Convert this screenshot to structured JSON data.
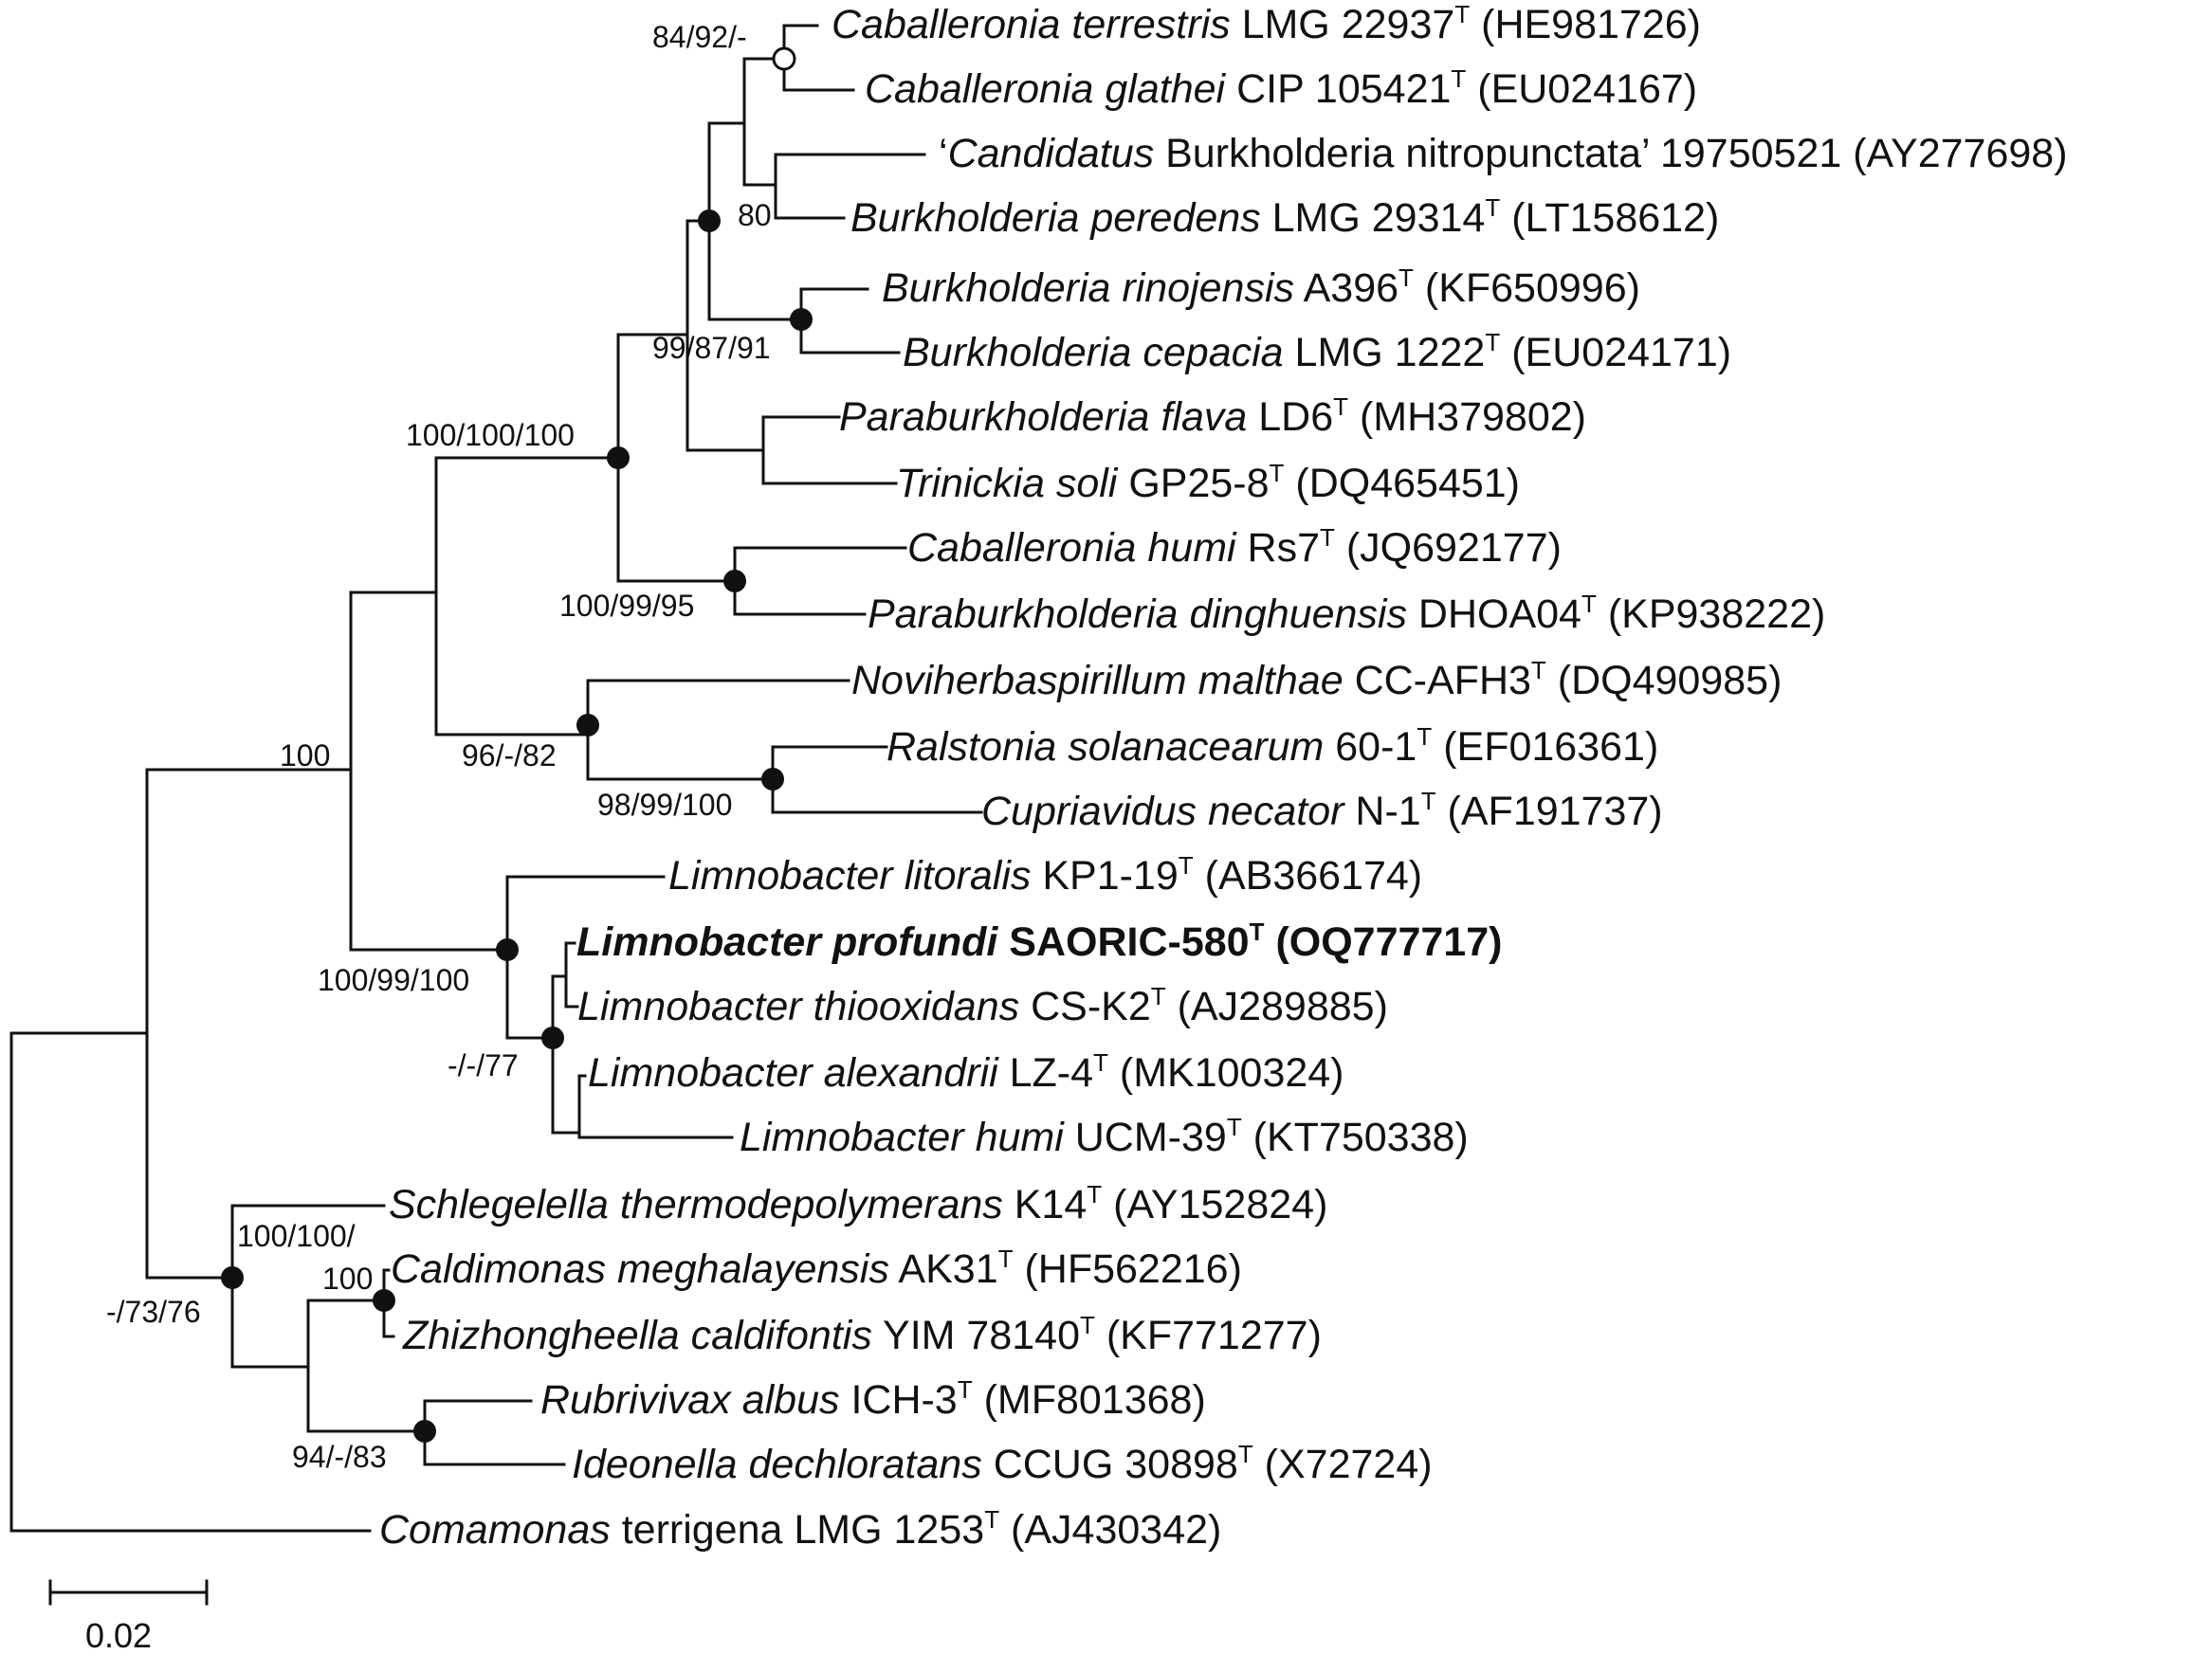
{
  "tree": {
    "taxa": {
      "terrestris": {
        "genus": "Caballeronia",
        "epithet": "terrestris",
        "strain": "LMG 22937",
        "type": "T",
        "accession": "(HE981726)"
      },
      "glathei": {
        "genus": "Caballeronia",
        "epithet": "glathei",
        "strain": "CIP 105421",
        "type": "T",
        "accession": "(EU024167)"
      },
      "candidatus": {
        "quote_open": "‘",
        "candidatus": "Candidatus",
        "name": "Burkholderia nitropunctata’",
        "strain": "19750521",
        "accession": "(AY277698)"
      },
      "peredens": {
        "genus": "Burkholderia",
        "epithet": "peredens",
        "strain": "LMG 29314",
        "type": "T",
        "accession": "(LT158612)"
      },
      "rinojensis": {
        "genus": "Burkholderia",
        "epithet": "rinojensis",
        "strain": "A396",
        "type": "T",
        "accession": "(KF650996)"
      },
      "cepacia": {
        "genus": "Burkholderia",
        "epithet": "cepacia",
        "strain": "LMG 1222",
        "type": "T",
        "accession": "(EU024171)"
      },
      "flava": {
        "genus": "Paraburkholderia",
        "epithet": "flava",
        "strain": "LD6",
        "type": "T",
        "accession": "(MH379802)"
      },
      "trinickia": {
        "genus": "Trinickia",
        "epithet": "soli",
        "strain": "GP25-8",
        "type": "T",
        "accession": "(DQ465451)"
      },
      "humi_cab": {
        "genus": "Caballeronia",
        "epithet": "humi",
        "strain": "Rs7",
        "type": "T",
        "accession": "(JQ692177)"
      },
      "dinghuensis": {
        "genus": "Paraburkholderia",
        "epithet": "dinghuensis",
        "strain": "DHOA04",
        "type": "T",
        "accession": "(KP938222)"
      },
      "malthae": {
        "genus": "Noviherbaspirillum",
        "epithet": "malthae",
        "strain": "CC-AFH3",
        "type": "T",
        "accession": "(DQ490985)"
      },
      "ralstonia": {
        "genus": "Ralstonia",
        "epithet": "solanacearum",
        "strain": "60-1",
        "type": "T",
        "accession": "(EF016361)"
      },
      "cupriavidus": {
        "genus": "Cupriavidus",
        "epithet": "necator",
        "strain": "N-1",
        "type": "T",
        "accession": "(AF191737)"
      },
      "litoralis": {
        "genus": "Limnobacter",
        "epithet": "litoralis",
        "strain": "KP1-19",
        "type": "T",
        "accession": "(AB366174)"
      },
      "profundi": {
        "genus": "Limnobacter",
        "epithet": "profundi",
        "strain": "SAORIC-580",
        "type": "T",
        "accession": "(OQ777717)"
      },
      "thiooxidans": {
        "genus": "Limnobacter",
        "epithet": "thiooxidans",
        "strain": "CS-K2",
        "type": "T",
        "accession": "(AJ289885)"
      },
      "alexandrii": {
        "genus": "Limnobacter",
        "epithet": "alexandrii",
        "strain": "LZ-4",
        "type": "T",
        "accession": "(MK100324)"
      },
      "humi_lim": {
        "genus": "Limnobacter",
        "epithet": "humi",
        "strain": "UCM-39",
        "type": "T",
        "accession": "(KT750338)"
      },
      "schlegelella": {
        "genus": "Schlegelella",
        "epithet": "thermodepolymerans",
        "strain": "K14",
        "type": "T",
        "accession": "(AY152824)"
      },
      "caldimonas": {
        "genus": "Caldimonas",
        "epithet": "meghalayensis",
        "strain": "AK31",
        "type": "T",
        "accession": "(HF562216)"
      },
      "zhizhong": {
        "genus": "Zhizhongheella",
        "epithet": "caldifontis",
        "strain": "YIM 78140",
        "type": "T",
        "accession": "(KF771277)"
      },
      "rubrivivax": {
        "genus": "Rubrivivax",
        "epithet": "albus",
        "strain": "ICH-3",
        "type": "T",
        "accession": "(MF801368)"
      },
      "ideonella": {
        "genus": "Ideonella",
        "epithet": "dechloratans",
        "strain": "CCUG 30898",
        "type": "T",
        "accession": "(X72724)"
      },
      "comamonas": {
        "genus": "Comamonas",
        "epithet": "terrigena",
        "strain": "LMG 1253",
        "type": "T",
        "accession": "(AJ430342)"
      }
    },
    "support_values": {
      "caballeronia_pair": "84/92/-",
      "burk_inner": "80",
      "burk_clade": "99/87/91",
      "burk_major": "100/100/100",
      "humi_dinghuensis": "100/99/95",
      "ralstonia_group": "96/-/82",
      "ralstonia_cupriavidus": "98/99/100",
      "burk_ralstonia": "100",
      "limnobacter_clade": "100/99/100",
      "limnobacter_inner": "-/-/77",
      "caldimonas_line1": "100/100/",
      "caldimonas_line2": "100",
      "outgroup_clade": "-/73/76",
      "rubrivivax_ideonella": "94/-/83"
    },
    "scale_bar": {
      "label": "0.02"
    }
  }
}
